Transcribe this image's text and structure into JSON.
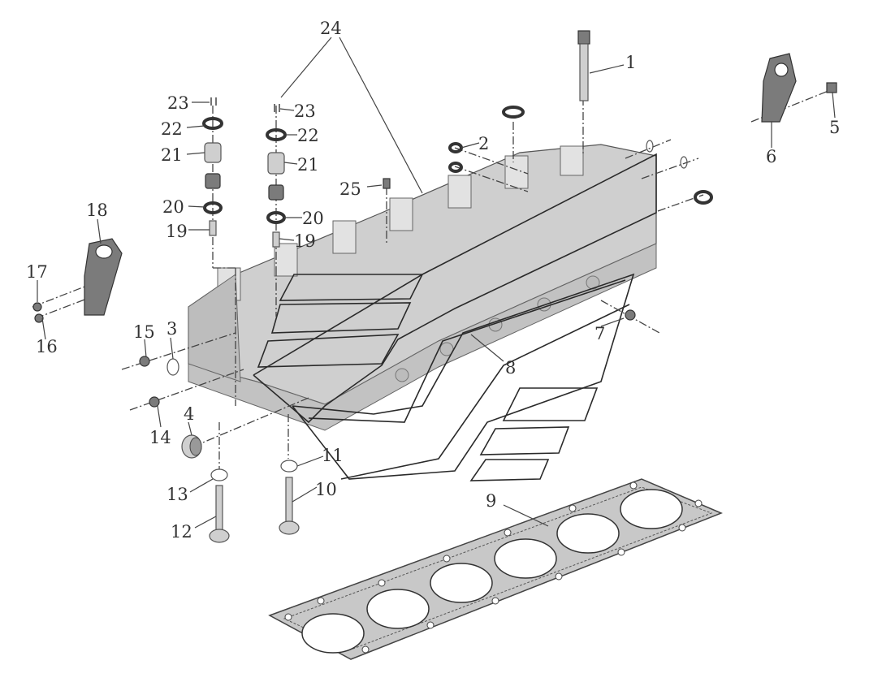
{
  "callouts": [
    {
      "id": "1",
      "text": "1"
    },
    {
      "id": "2",
      "text": "2"
    },
    {
      "id": "3",
      "text": "3"
    },
    {
      "id": "4",
      "text": "4"
    },
    {
      "id": "5",
      "text": "5"
    },
    {
      "id": "6",
      "text": "6"
    },
    {
      "id": "7",
      "text": "7"
    },
    {
      "id": "8",
      "text": "8"
    },
    {
      "id": "9",
      "text": "9"
    },
    {
      "id": "10",
      "text": "10"
    },
    {
      "id": "11",
      "text": "11"
    },
    {
      "id": "12",
      "text": "12"
    },
    {
      "id": "13",
      "text": "13"
    },
    {
      "id": "14",
      "text": "14"
    },
    {
      "id": "15",
      "text": "15"
    },
    {
      "id": "16",
      "text": "16"
    },
    {
      "id": "17",
      "text": "17"
    },
    {
      "id": "18",
      "text": "18"
    },
    {
      "id": "19a",
      "text": "19"
    },
    {
      "id": "19b",
      "text": "19"
    },
    {
      "id": "20a",
      "text": "20"
    },
    {
      "id": "20b",
      "text": "20"
    },
    {
      "id": "21a",
      "text": "21"
    },
    {
      "id": "21b",
      "text": "21"
    },
    {
      "id": "22a",
      "text": "22"
    },
    {
      "id": "22b",
      "text": "22"
    },
    {
      "id": "23a",
      "text": "23"
    },
    {
      "id": "23b",
      "text": "23"
    },
    {
      "id": "24",
      "text": "24"
    },
    {
      "id": "25",
      "text": "25"
    }
  ]
}
